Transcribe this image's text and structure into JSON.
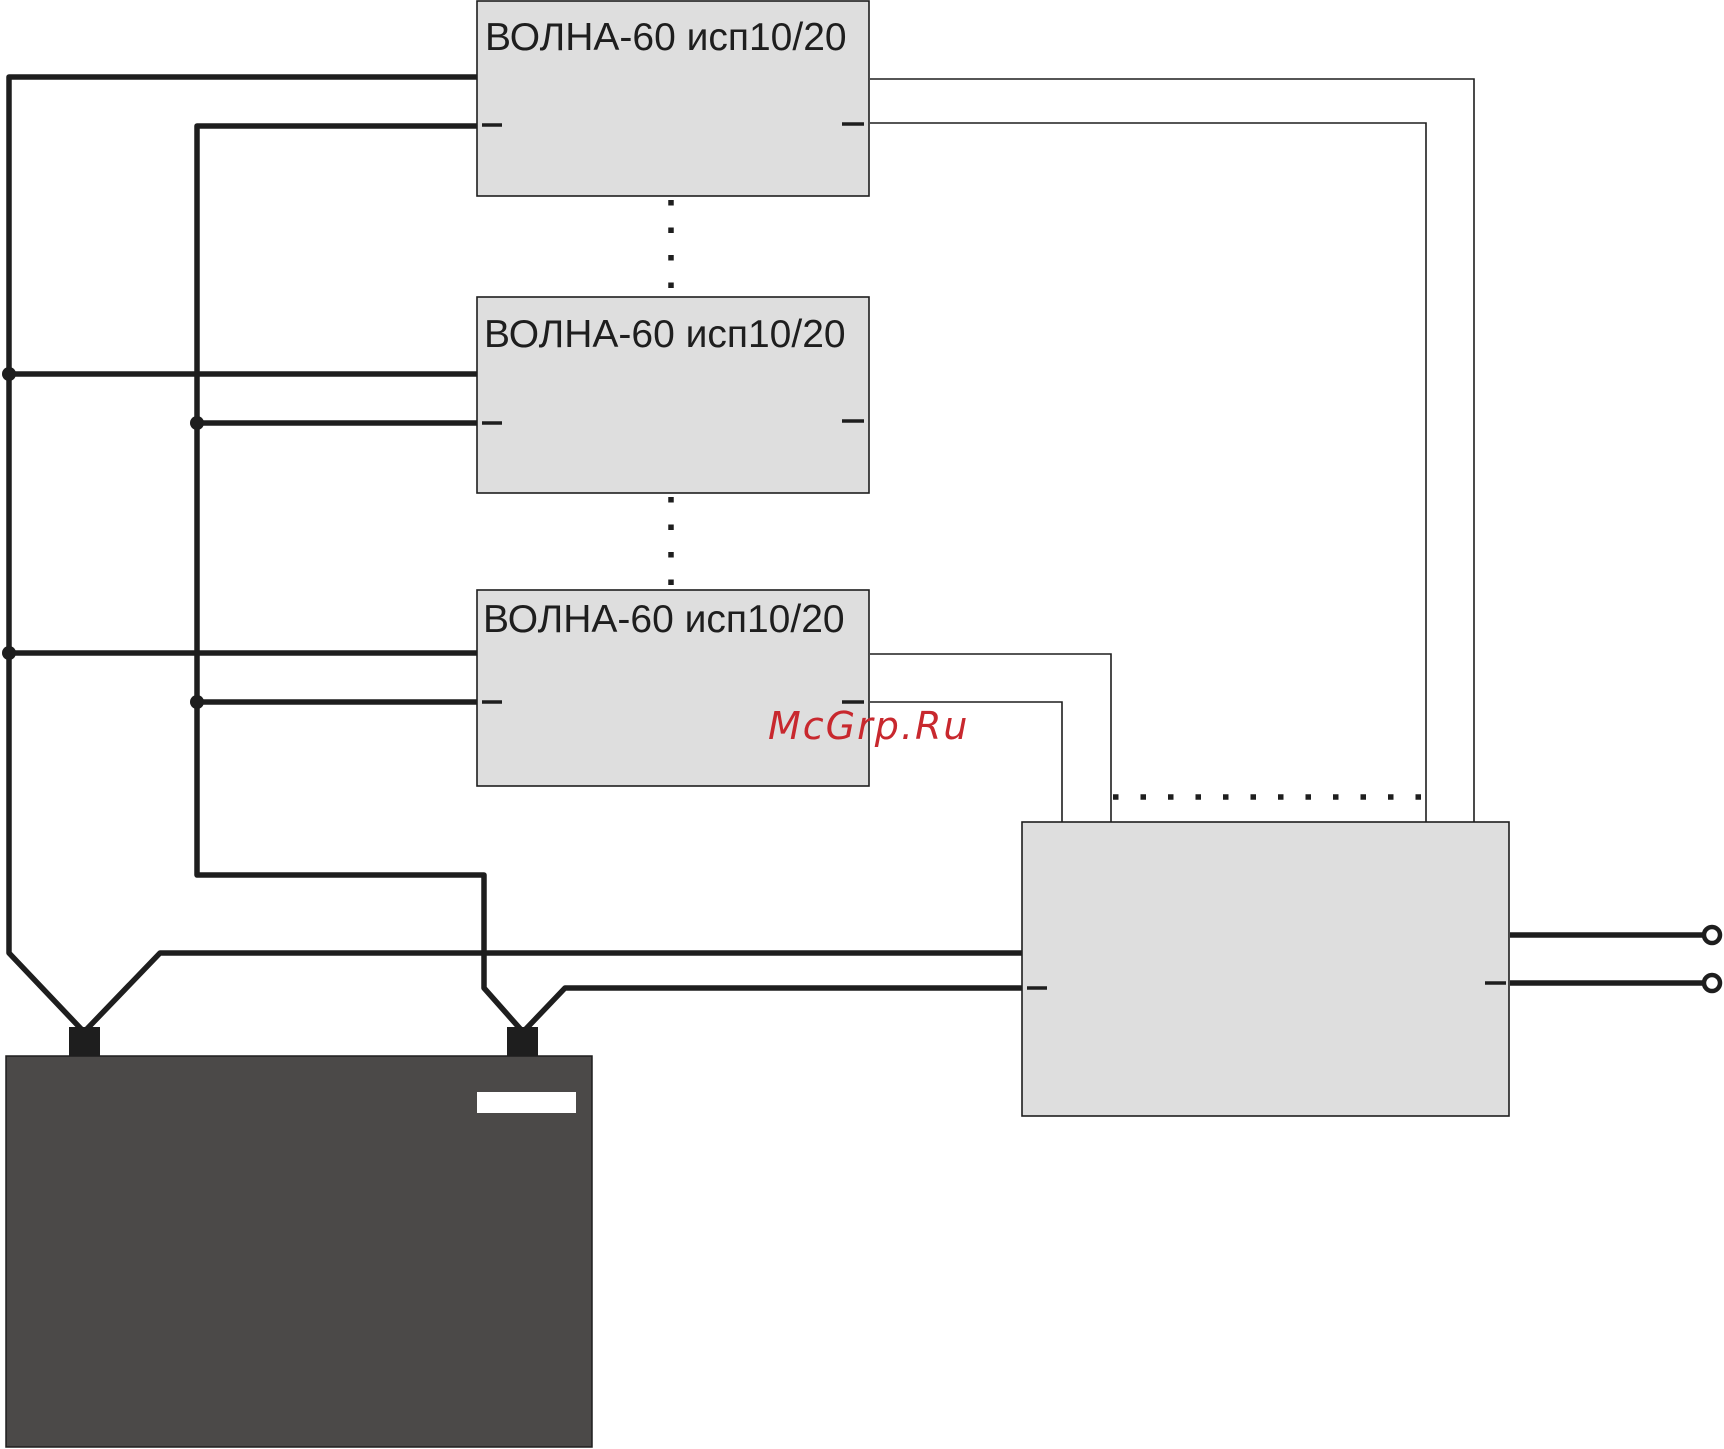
{
  "modules": [
    {
      "title": "ВОЛНА-60 исп10/20",
      "minus_in": "–",
      "minus_out": "–"
    },
    {
      "title": "ВОЛНА-60 исп10/20",
      "minus_in": "–",
      "minus_out": "–"
    },
    {
      "title": "ВОЛНА-60 исп10/20",
      "minus_in": "–",
      "minus_out": "–"
    }
  ],
  "output_unit": {
    "minus_in": "–",
    "minus_out": "–"
  },
  "watermark": "McGrp.Ru",
  "colors": {
    "box_fill": "#dedede",
    "battery_fill": "#4b4948",
    "wire": "#1e1e1e",
    "watermark": "#c8282e"
  }
}
